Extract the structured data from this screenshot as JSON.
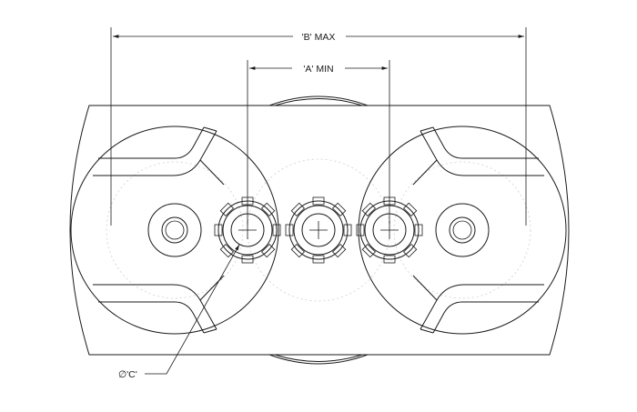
{
  "labels": {
    "b_max": "'B' MAX",
    "a_min": "'A' MIN",
    "c_dia": "∅'C'"
  },
  "colors": {
    "ink": "#1a1a1a",
    "background": "#ffffff",
    "construction": "#cfcfcf"
  }
}
